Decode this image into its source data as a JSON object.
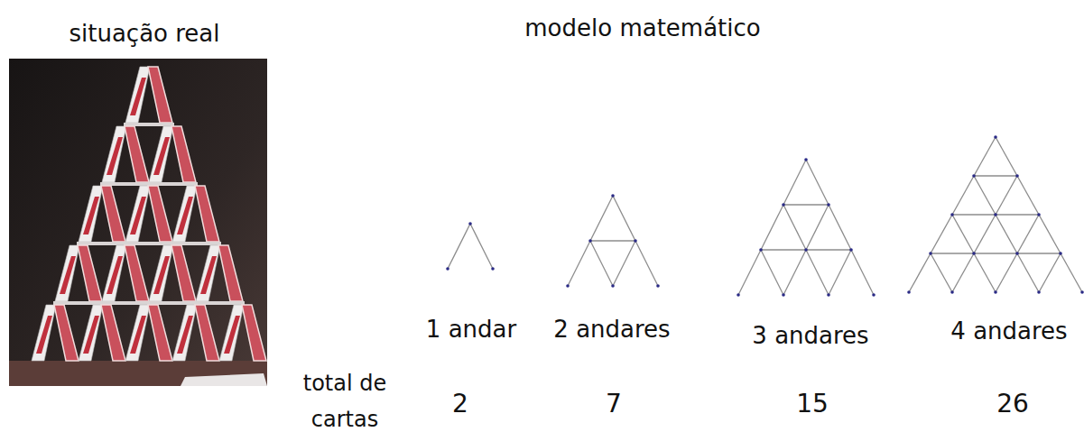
{
  "diagram": {
    "labels": [
      "situação real",
      "modelo matemático",
      "1 andar",
      "2 andares",
      "3 andares",
      "4 andares",
      "total de cartas",
      "2",
      "7",
      "15",
      "26"
    ]
  }
}
